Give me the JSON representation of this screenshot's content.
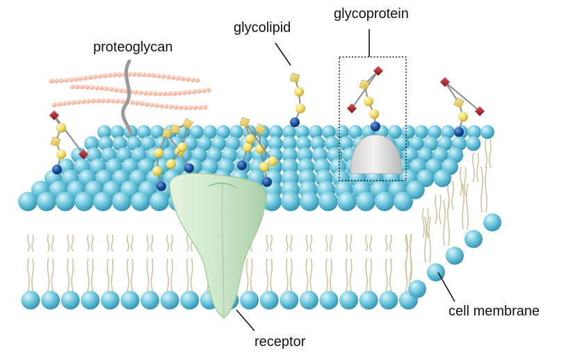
{
  "labels": {
    "proteoglycan": "proteoglycan",
    "glycolipid": "glycolipid",
    "glycoprotein": "glycoprotein",
    "cell_membrane": "cell membrane",
    "receptor": "receptor"
  },
  "colors": {
    "lipid_head": "#6cc6dc",
    "lipid_tail": "#cdc49a",
    "galactose": "#f1dc6a",
    "glucnac": "#e8cf55",
    "sialic_acid": "#a4232a",
    "glucose_blue": "#1d4f9c",
    "receptor": "#cfe8cc",
    "glycoprotein": "#dedede",
    "proteoglycan_chain": "#f6b49b",
    "stalk": "#9a9a9a"
  }
}
